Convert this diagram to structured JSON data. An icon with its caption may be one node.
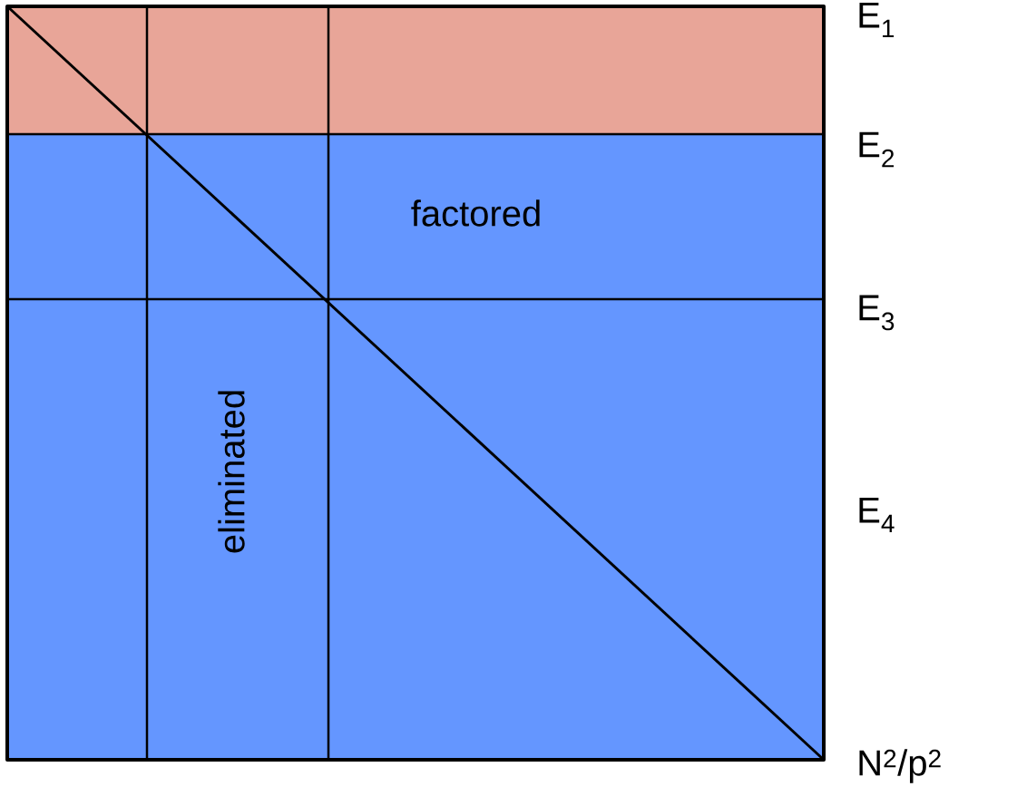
{
  "diagram": {
    "labels": [
      "E$_{1}$",
      "E$_{2}$",
      "factored",
      "E$_{3}$",
      "eliminated",
      "E$_{4}$",
      "N$^{2}$/p$^{2}$"
    ]
  }
}
